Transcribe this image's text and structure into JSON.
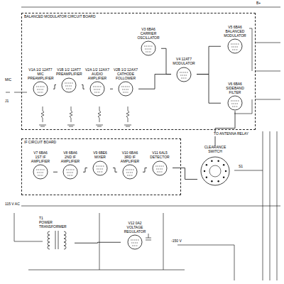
{
  "diagram": {
    "nodes": [
      {
        "text": [
          "BALANCED MODULATOR CIRCUIT BOARD"
        ]
      },
      {
        "text": [
          "V1A 1/2 12AT7",
          "MIC PREAMPLIFIER"
        ],
        "in": 0
      },
      {
        "text": [
          "V1B 1/2 12AT7",
          "PREAMPLIFIER"
        ],
        "in": 0
      },
      {
        "text": [
          "V2A 1/2 12AX7",
          "AUDIO AMPLIFIER"
        ],
        "in": 0
      },
      {
        "text": [
          "V2B 1/2 12AX7",
          "CATHODE FOLLOWER"
        ],
        "in": 0
      },
      {
        "text": [
          "V3 6BA6",
          "CARRIER OSCILLATOR"
        ],
        "in": 0
      },
      {
        "text": [
          "V4 12AT7",
          "MODULATOR"
        ],
        "in": 0
      },
      {
        "text": [
          "V5 6BA6",
          "BALANCED MODULATOR"
        ],
        "in": 0
      },
      {
        "text": [
          "V6 6BA6",
          "SIDEBAND FILTER"
        ],
        "in": 0
      },
      {
        "text": [
          "IF CIRCUIT BOARD"
        ]
      },
      {
        "text": [
          "V7 6BA6",
          "1ST IF AMPLIFIER"
        ],
        "in": 9
      },
      {
        "text": [
          "V8 6BA6",
          "2ND IF AMPLIFIER"
        ],
        "in": 9
      },
      {
        "text": [
          "V9 6BE6",
          "MIXER"
        ],
        "in": 9
      },
      {
        "text": [
          "V10 6BA6",
          "3RD IF AMPLIFIER"
        ],
        "in": 9
      },
      {
        "text": [
          "V11 6AL5",
          "DETECTOR"
        ],
        "in": 9
      },
      {
        "text": [
          "CLEARANCE SWITCH"
        ]
      },
      {
        "text": [
          "T1",
          "POWER TRANSFORMER"
        ]
      },
      {
        "text": [
          "V12 0A2",
          "VOLTAGE REGULATOR"
        ]
      }
    ],
    "edges": [
      {
        "from": 1,
        "to": 2,
        "arrow": "none"
      },
      {
        "from": 2,
        "to": 3,
        "arrow": "none"
      },
      {
        "from": 3,
        "to": 4,
        "arrow": "none"
      },
      {
        "from": 4,
        "to": 6,
        "arrow": "none"
      },
      {
        "from": 5,
        "to": 6,
        "arrow": "none"
      },
      {
        "from": 6,
        "to": 7,
        "arrow": "none"
      },
      {
        "from": 6,
        "to": 8,
        "arrow": "none"
      },
      {
        "from": 8,
        "to": 15,
        "arrow": "none"
      },
      {
        "from": 10,
        "to": 11,
        "arrow": "none"
      },
      {
        "from": 11,
        "to": 12,
        "arrow": "none"
      },
      {
        "from": 12,
        "to": 13,
        "arrow": "none"
      },
      {
        "from": 13,
        "to": 14,
        "arrow": "none"
      },
      {
        "from": 14,
        "to": 15,
        "arrow": "none"
      },
      {
        "from": 16,
        "to": 17,
        "arrow": "none"
      }
    ],
    "labels": [
      "MIC",
      "J1",
      "115 V AC",
      "B+",
      "TO ANTENNA RELAY",
      "S1",
      "-150 V"
    ]
  }
}
